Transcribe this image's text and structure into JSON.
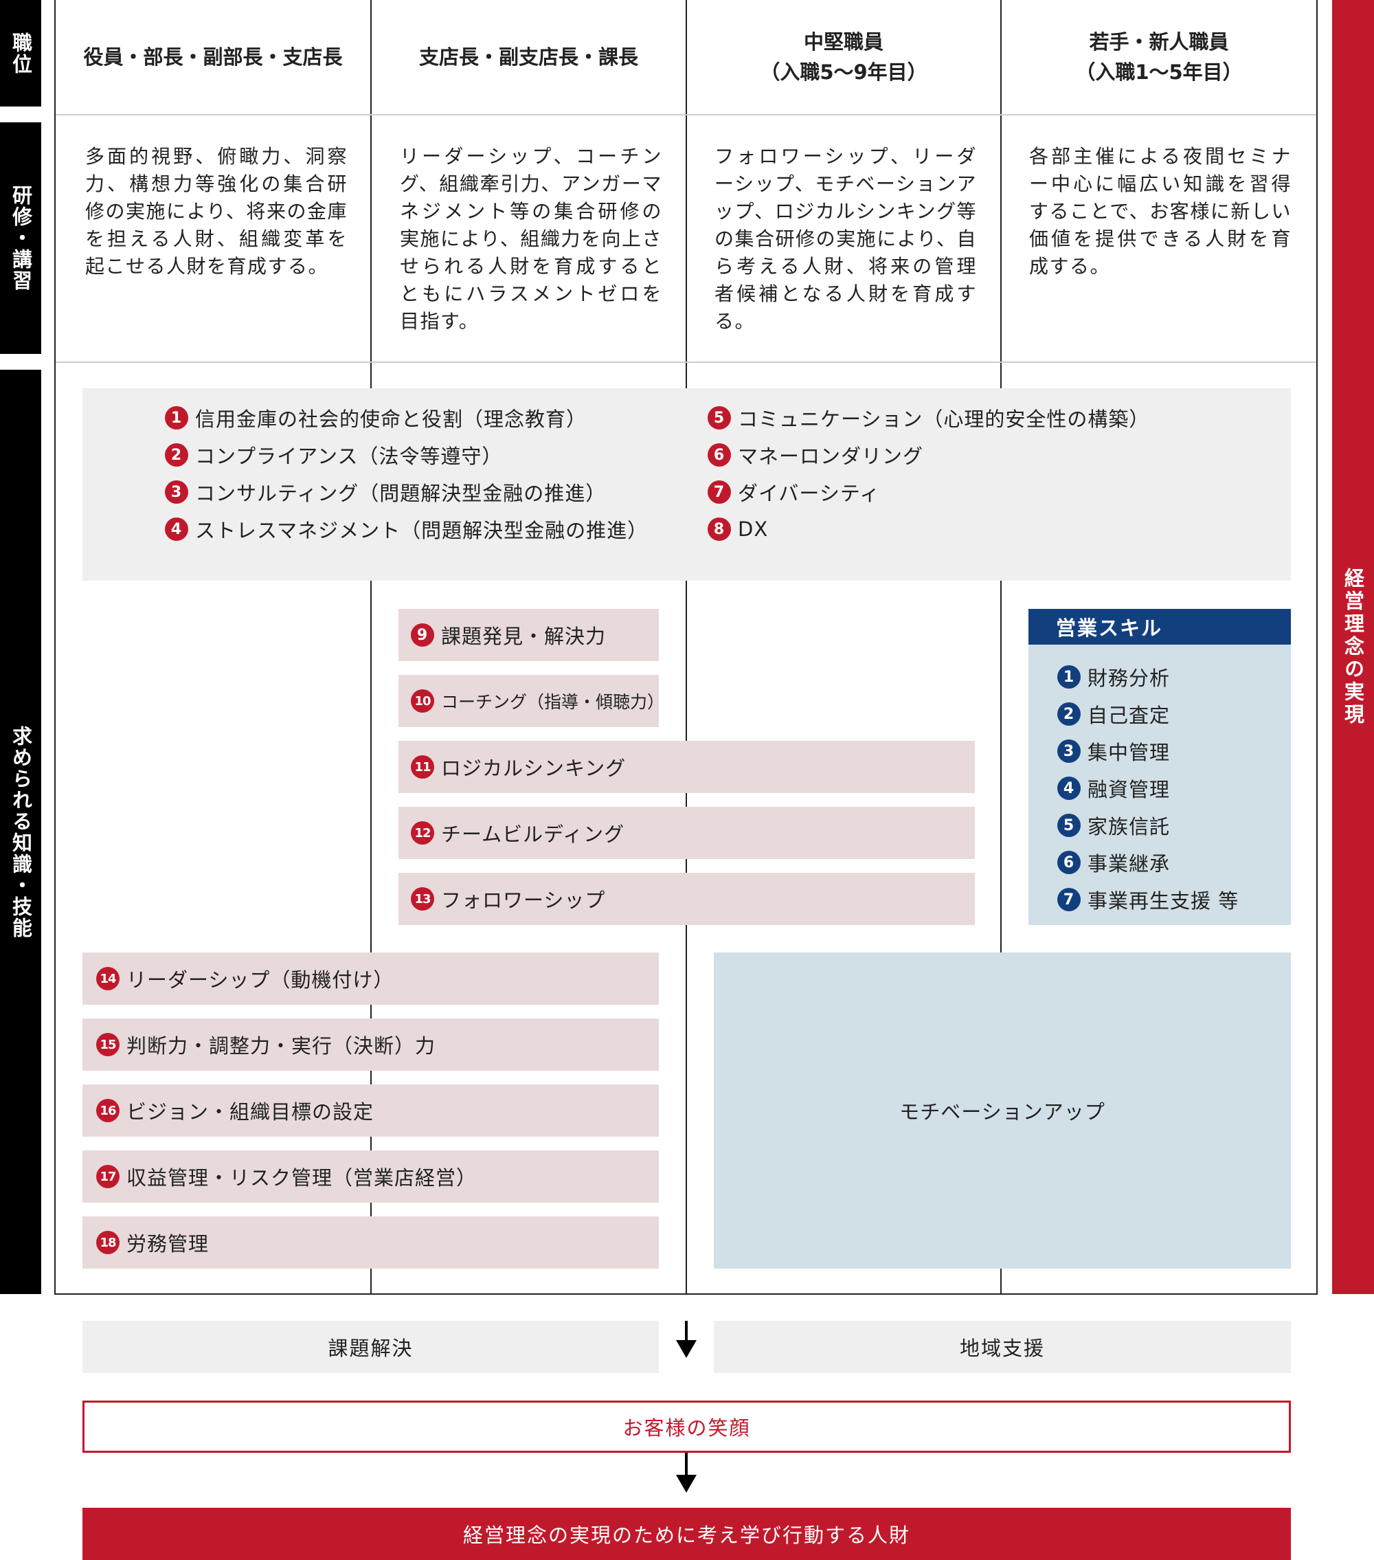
{
  "side_labels": {
    "position": "職位",
    "training": "研修・講習",
    "knowledge": "求められる知識・技能",
    "philosophy": "経営理念の実現"
  },
  "columns": [
    {
      "title": "役員・部長・副部長・支店長",
      "description": "多面的視野、俯瞰力、洞察力、構想力等強化の集合研修の実施により、将来の金庫を担える人財、組織変革を起こせる人財を育成する。"
    },
    {
      "title": "支店長・副支店長・課長",
      "description": "リーダーシップ、コーチング、組織牽引力、アンガーマネジメント等の集合研修の実施により、組織力を向上させられる人財を育成するとともにハラスメントゼロを目指す。"
    },
    {
      "title": "中堅職員\n（入職5〜9年目）",
      "description": "フォロワーシップ、リーダーシップ、モチベーションアップ、ロジカルシンキング等の集合研修の実施により、自ら考える人財、将来の管理者候補となる人財を育成する。"
    },
    {
      "title": "若手・新人職員\n（入職1〜5年目）",
      "description": "各部主催による夜間セミナー中心に幅広い知識を習得することで、お客様に新しい価値を提供できる人財を育成する。"
    }
  ],
  "common_items_left": [
    {
      "num": "1",
      "label": "信用金庫の社会的使命と役割（理念教育）"
    },
    {
      "num": "2",
      "label": "コンプライアンス（法令等遵守）"
    },
    {
      "num": "3",
      "label": "コンサルティング（問題解決型金融の推進）"
    },
    {
      "num": "4",
      "label": "ストレスマネジメント（問題解決型金融の推進）"
    }
  ],
  "common_items_right": [
    {
      "num": "5",
      "label": "コミュニケーション（心理的安全性の構築）"
    },
    {
      "num": "6",
      "label": "マネーロンダリング"
    },
    {
      "num": "7",
      "label": "ダイバーシティ"
    },
    {
      "num": "8",
      "label": "DX"
    }
  ],
  "skills": {
    "s9": {
      "num": "9",
      "label": "課題発見・解決力"
    },
    "s10": {
      "num": "10",
      "label": "コーチング（指導・傾聴力）"
    },
    "s11": {
      "num": "11",
      "label": "ロジカルシンキング"
    },
    "s12": {
      "num": "12",
      "label": "チームビルディング"
    },
    "s13": {
      "num": "13",
      "label": "フォロワーシップ"
    },
    "s14": {
      "num": "14",
      "label": "リーダーシップ（動機付け）"
    },
    "s15": {
      "num": "15",
      "label": "判断力・調整力・実行（決断）力"
    },
    "s16": {
      "num": "16",
      "label": "ビジョン・組織目標の設定"
    },
    "s17": {
      "num": "17",
      "label": "収益管理・リスク管理（営業店経営）"
    },
    "s18": {
      "num": "18",
      "label": "労務管理"
    }
  },
  "sales_skills": {
    "title": "営業スキル",
    "items": [
      {
        "num": "1",
        "label": "財務分析"
      },
      {
        "num": "2",
        "label": "自己査定"
      },
      {
        "num": "3",
        "label": "集中管理"
      },
      {
        "num": "4",
        "label": "融資管理"
      },
      {
        "num": "5",
        "label": "家族信託"
      },
      {
        "num": "6",
        "label": "事業継承"
      },
      {
        "num": "7",
        "label": "事業再生支援 等"
      }
    ]
  },
  "motivation": "モチベーションアップ",
  "bottom": {
    "problem_solving": "課題解決",
    "regional_support": "地域支援",
    "customer_smile": "お客様の笑顔",
    "final": "経営理念の実現のために考え学び行動する人財"
  },
  "colors": {
    "red": "#c1192c",
    "navy": "#12407f",
    "pink": "#e8dadb",
    "light_blue": "#d1dfe6",
    "grey": "#efefef"
  }
}
